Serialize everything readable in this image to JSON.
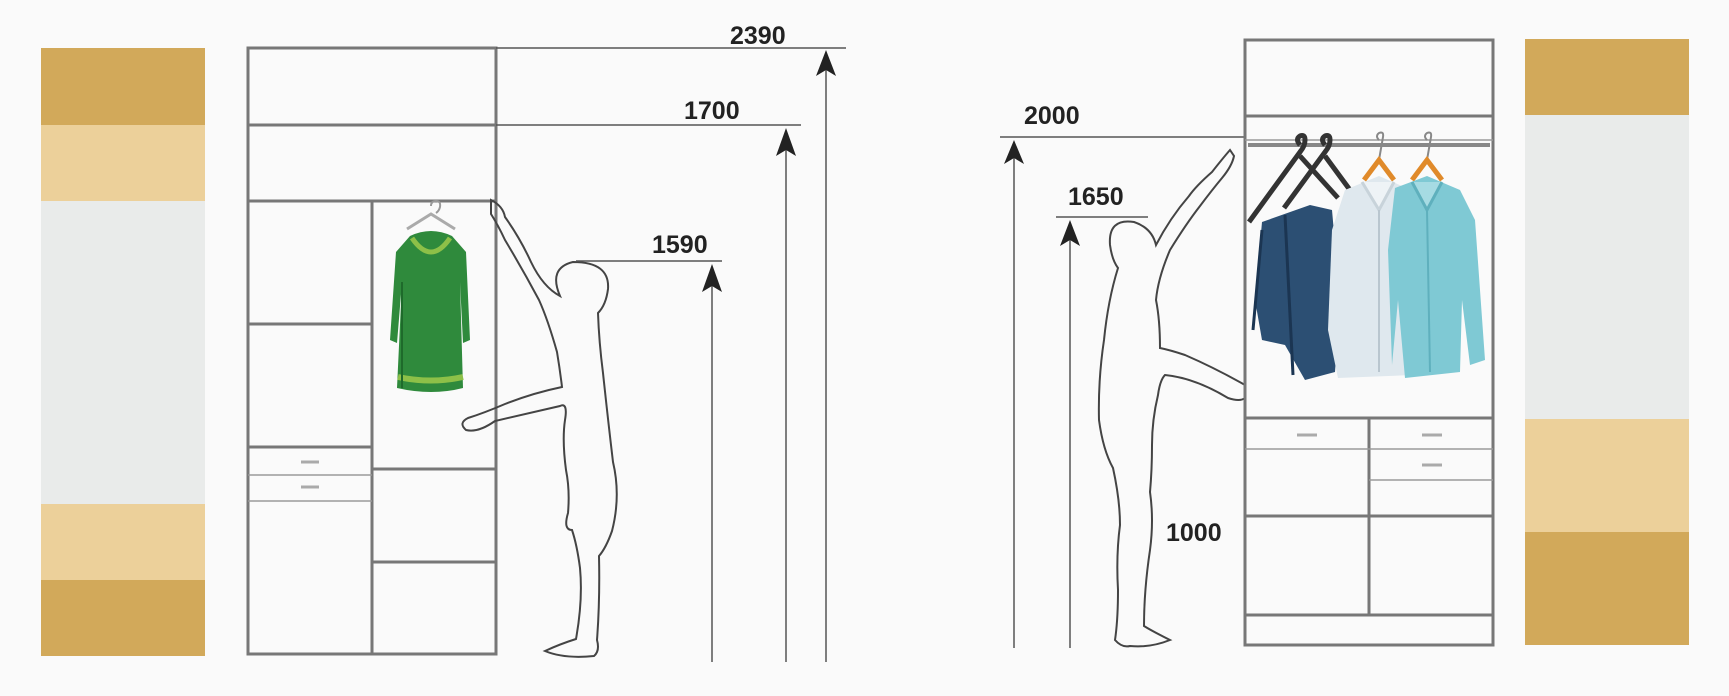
{
  "dimensions": {
    "left": {
      "d2390": "2390",
      "d1700": "1700",
      "d1590": "1590"
    },
    "right": {
      "d2000": "2000",
      "d1650": "1650",
      "d1000": "1000"
    }
  },
  "colors": {
    "zone_dark": "#d2a95a",
    "zone_light": "#ecd09a",
    "zone_neutral": "#e9ebea",
    "outline": "#777777",
    "dress": "#2f8a3c",
    "shirt_blue": "#7fc9d4",
    "shirt_white": "#dfe8ee",
    "jacket_navy": "#2c4f73"
  }
}
